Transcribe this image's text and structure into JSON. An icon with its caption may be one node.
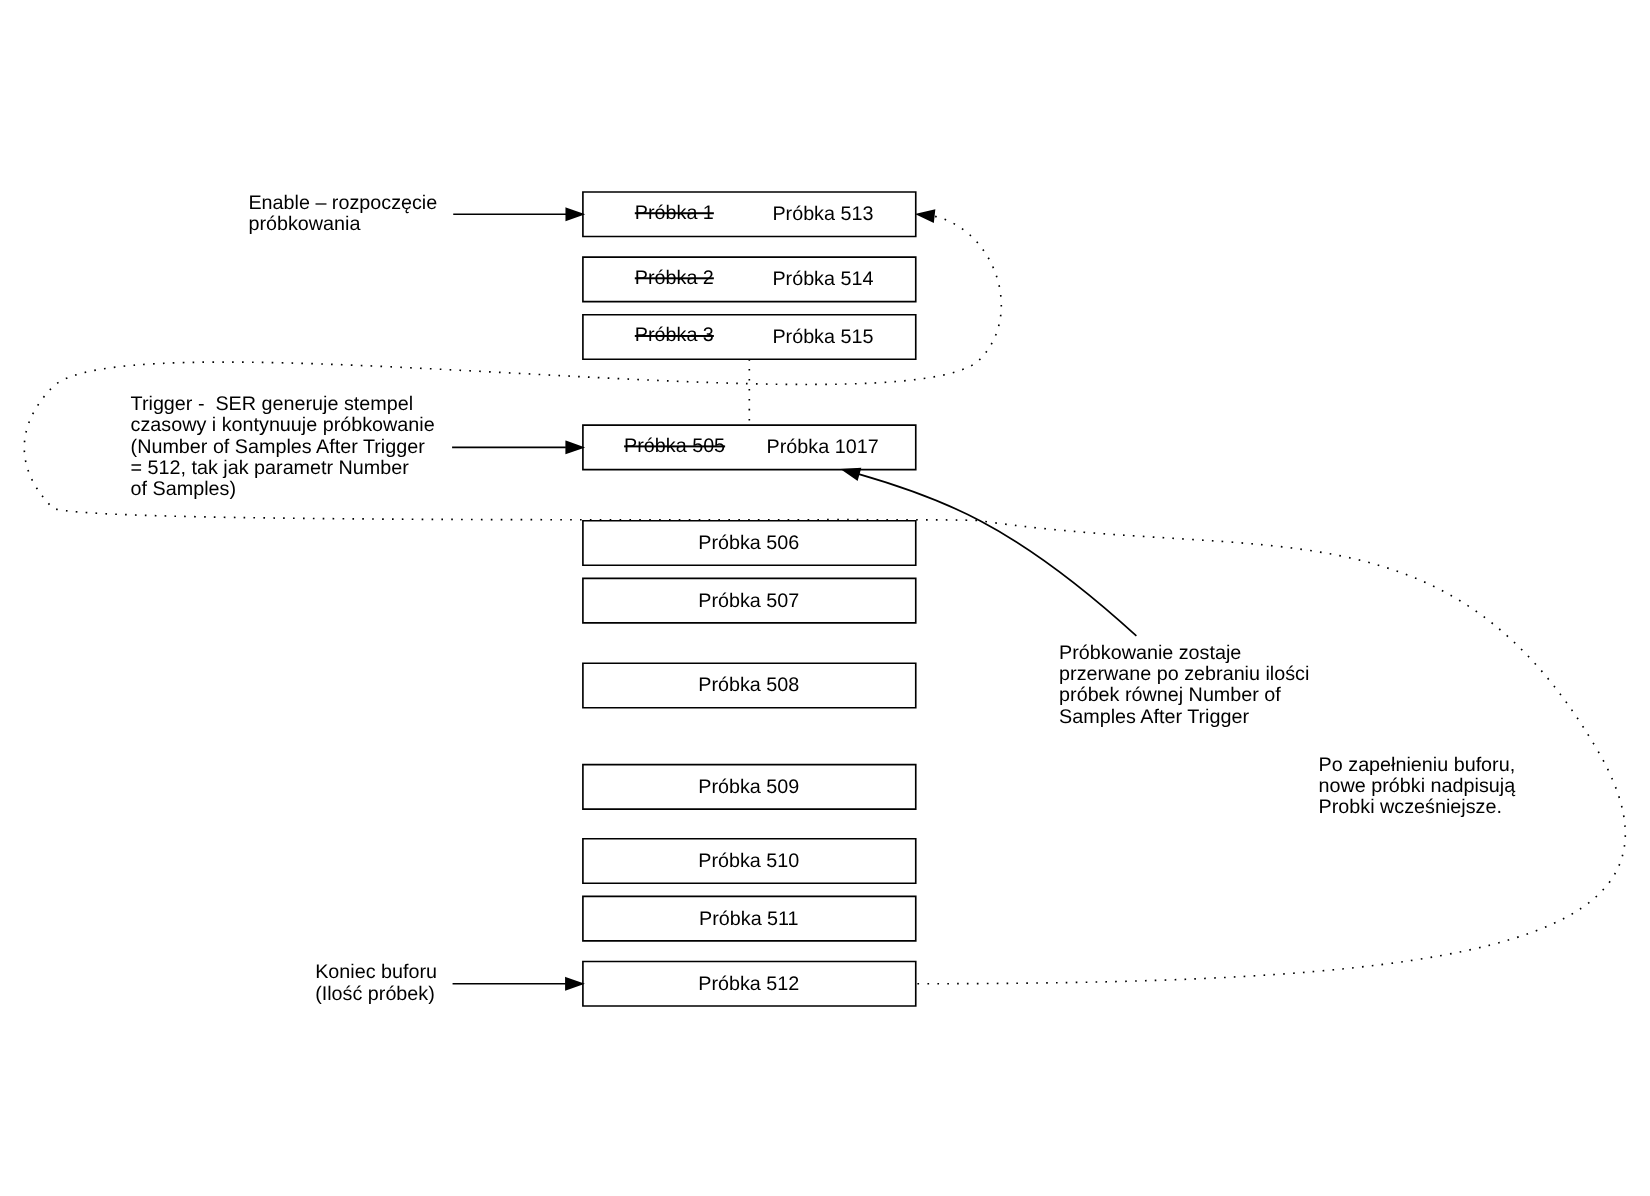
{
  "diagram": {
    "nodes": [
      {
        "text": [
          "Enable – rozpoczęcie próbkowania"
        ]
      },
      {
        "text": [
          "Próbka 1",
          "Próbka 513"
        ]
      },
      {
        "text": [
          "Próbka 2",
          "Próbka 514"
        ]
      },
      {
        "text": [
          "Próbka 3",
          "Próbka 515"
        ]
      },
      {
        "text": [
          "Trigger -  SER generuje stempel czasowy i kontynuuje próbkowanie (Number of Samples After Trigger = 512, tak jak parametr Number of Samples)"
        ]
      },
      {
        "text": [
          "Próbka 505",
          "Próbka 1017"
        ]
      },
      {
        "text": [
          "Próbka 506"
        ]
      },
      {
        "text": [
          "Próbka 507"
        ]
      },
      {
        "text": [
          "Próbka 508"
        ]
      },
      {
        "text": [
          "Próbka 509"
        ]
      },
      {
        "text": [
          "Próbka 510"
        ]
      },
      {
        "text": [
          "Próbka 511"
        ]
      },
      {
        "text": [
          "Próbka 512"
        ]
      },
      {
        "text": [
          "Próbkowanie zostaje przerwane po zebraniu ilości próbek równej Number of Samples After Trigger"
        ]
      },
      {
        "text": [
          "Koniec buforu (Ilość próbek)"
        ]
      }
    ],
    "edges": [
      {
        "from": 0,
        "to": 1,
        "arrow": "to"
      },
      {
        "from": 4,
        "to": 5,
        "arrow": "to"
      },
      {
        "from": 13,
        "to": 5,
        "arrow": "to"
      },
      {
        "from": 14,
        "to": 12,
        "arrow": "to"
      },
      {
        "from": 12,
        "to": 1,
        "arrow": "to",
        "style": "dashed"
      },
      {
        "from": 3,
        "to": 5,
        "arrow": "none",
        "style": "dashed"
      }
    ],
    "labels": [
      "Po zapełnieniu buforu, nowe próbki nadpisują Probki wcześniejsze."
    ]
  }
}
